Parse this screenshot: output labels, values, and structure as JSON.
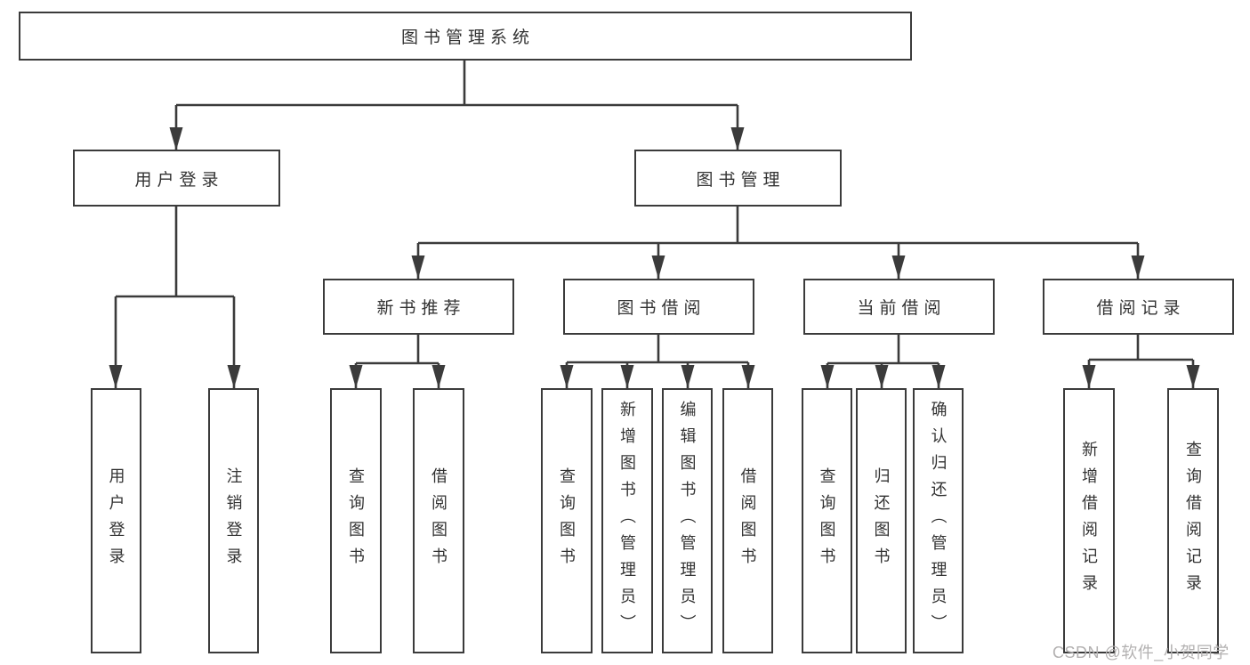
{
  "tree": {
    "root": {
      "label": "图书管理系统"
    },
    "branches": [
      {
        "label": "用户登录",
        "children": [
          {
            "label": "用户登录"
          },
          {
            "label": "注销登录"
          }
        ]
      },
      {
        "label": "图书管理",
        "children": [
          {
            "label": "新书推荐",
            "children": [
              {
                "label": "查询图书"
              },
              {
                "label": "借阅图书"
              }
            ]
          },
          {
            "label": "图书借阅",
            "children": [
              {
                "label": "查询图书"
              },
              {
                "label": "新增图书（管理员）"
              },
              {
                "label": "编辑图书（管理员）"
              },
              {
                "label": "借阅图书"
              }
            ]
          },
          {
            "label": "当前借阅",
            "children": [
              {
                "label": "查询图书"
              },
              {
                "label": "归还图书"
              },
              {
                "label": "确认归还（管理员）"
              }
            ]
          },
          {
            "label": "借阅记录",
            "children": [
              {
                "label": "新增借阅记录"
              },
              {
                "label": "查询借阅记录"
              }
            ]
          }
        ]
      }
    ]
  },
  "watermark": {
    "text": "CSDN @软件_小贺同学"
  },
  "colors": {
    "line": "#3b3b3b",
    "box_border": "#3b3b3b",
    "text": "#333333",
    "background": "#ffffff",
    "watermark": "#b3b1b1"
  }
}
